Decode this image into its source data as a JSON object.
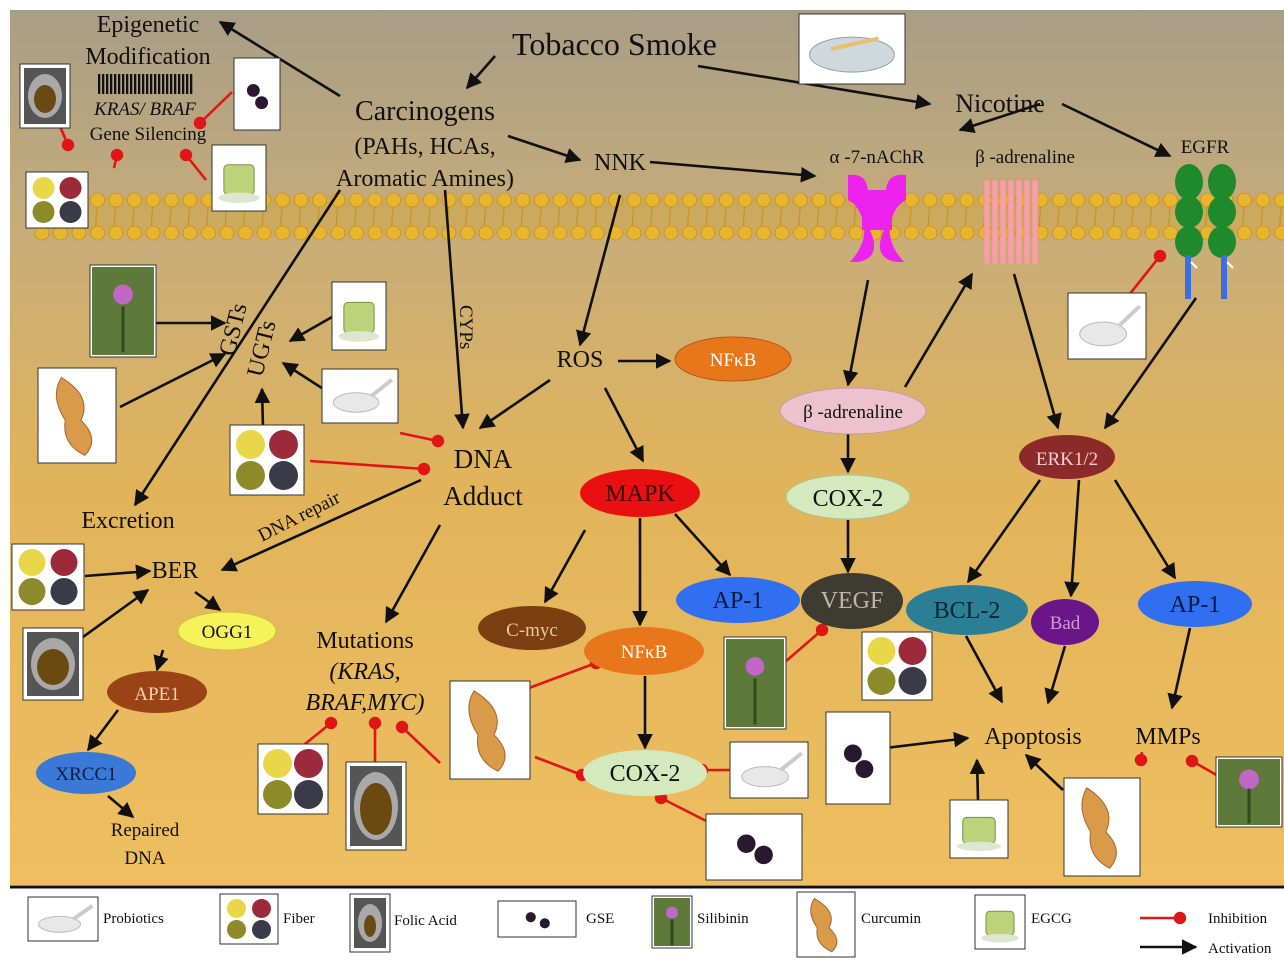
{
  "labels": {
    "tobacco_smoke": "Tobacco Smoke",
    "epigenetic_1": "Epigenetic",
    "epigenetic_2": "Modification",
    "kras_braf": "KRAS/ BRAF",
    "gene_silencing": "Gene Silencing",
    "carcinogens": "Carcinogens",
    "carcinogens_sub1": "(PAHs, HCAs,",
    "carcinogens_sub2": "Aromatic Amines)",
    "nnk": "NNK",
    "nicotine": "Nicotine",
    "a7nachr": "α -7-nAChR",
    "b_adrenaline_top": "β -adrenaline",
    "egfr": "EGFR",
    "gsts": "GSTs",
    "ugts": "UGTs",
    "cyps": "CYPs",
    "ros": "ROS",
    "nfkb_top": "NFκB",
    "b_adrenaline": "β -adrenaline",
    "dna_adduct_1": "DNA",
    "dna_adduct_2": "Adduct",
    "dna_repair": "DNA repair",
    "excretion": "Excretion",
    "ber": "BER",
    "ogg1": "OGG1",
    "ape1": "APE1",
    "xrcc1": "XRCC1",
    "repaired_1": "Repaired",
    "repaired_2": "DNA",
    "mapk": "MAPK",
    "cox2_mid": "COX-2",
    "erk": "ERK1/2",
    "mutations_1": "Mutations",
    "mutations_2": "(KRAS,",
    "mutations_3": "BRAF,MYC)",
    "cmyc": "C-myc",
    "nfkb_low": "NFκB",
    "ap1_left": "AP-1",
    "vegf": "VEGF",
    "bcl2": "BCL-2",
    "bad": "Bad",
    "ap1_right": "AP-1",
    "cox2_low": "COX-2",
    "apoptosis": "Apoptosis",
    "mmps": "MMPs"
  },
  "legend": {
    "probiotics": "Probiotics",
    "fiber": "Fiber",
    "folic_acid": "Folic Acid",
    "gse": "GSE",
    "silibinin": "Silibinin",
    "curcumin": "Curcumin",
    "egcg": "EGCG",
    "inhibition": "Inhibition",
    "activation": "Activation"
  },
  "colors": {
    "background_top": "#a39880",
    "background_bottom": "#edbd5d",
    "membrane": "#e8b52e",
    "inhibition": "#e01515",
    "activation": "#111111",
    "nfkb": "#e8761b",
    "mapk": "#e81010",
    "b_adrenaline": "#ecc2ce",
    "cox2": "#d4e9be",
    "erk": "#8c2a2a",
    "ogg1": "#f6f35a",
    "ape1": "#9a4416",
    "xrcc1": "#3a79d6",
    "cmyc": "#7a3f10",
    "ap1": "#2f6ff0",
    "vegf": "#3e3b33",
    "bcl2": "#2a7f96",
    "bad": "#6a1688",
    "nachr": "#ee22ee",
    "adrenergic_receptor": "#f4a3a3",
    "egfr": "#1e8a2c"
  }
}
